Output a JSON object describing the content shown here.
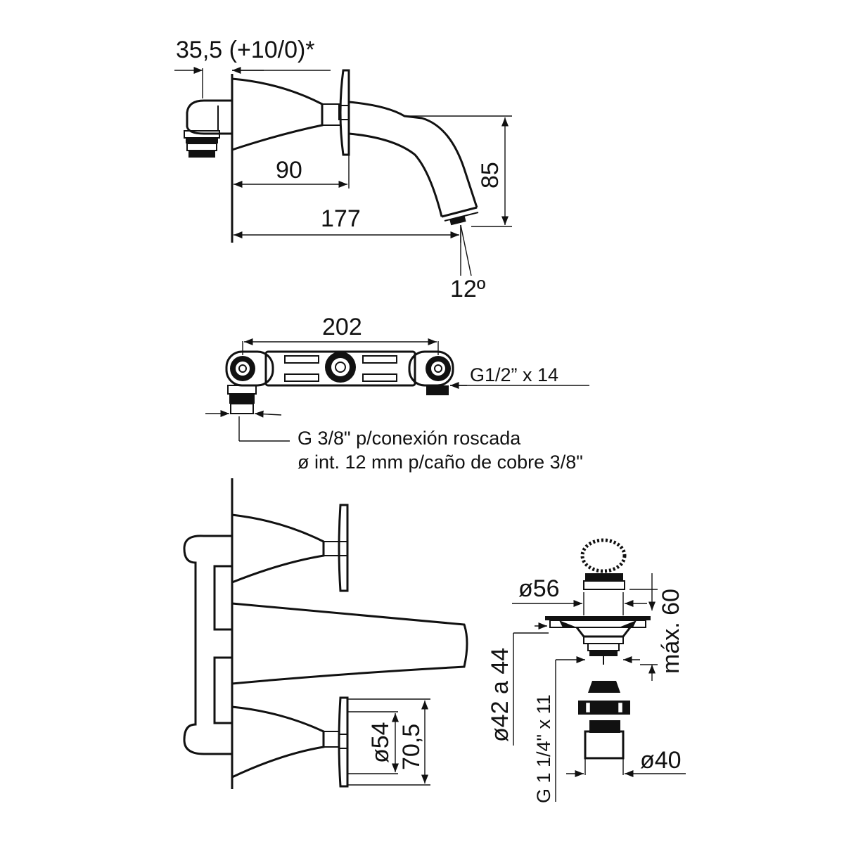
{
  "side_view": {
    "dim_top": "35,5 (+10/0)*",
    "dim_90": "90",
    "dim_177": "177",
    "dim_85": "85",
    "angle": "12º"
  },
  "top_view": {
    "dim_202": "202",
    "thread_right": "G1/2” x 14",
    "note_line1": "G 3/8\" p/conexión roscada",
    "note_line2": "ø int. 12 mm p/caño de cobre 3/8\""
  },
  "front_view": {
    "dim_54": "ø54",
    "dim_70_5": "70,5"
  },
  "drain": {
    "dim_56": "ø56",
    "dim_max60": "máx. 60",
    "dim_42_44": "ø42 a 44",
    "dim_thread": "G 1 1/4\" x 11",
    "dim_40": "ø40"
  }
}
